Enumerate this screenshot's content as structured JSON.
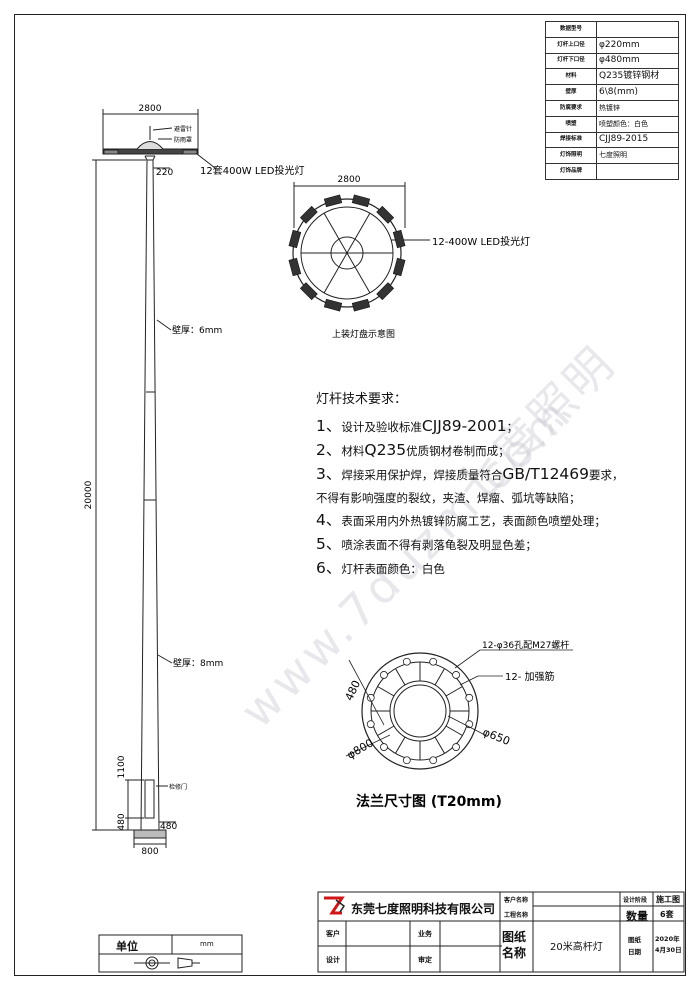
{
  "spec_table": [
    {
      "key": "数据型号",
      "value": ""
    },
    {
      "key": "灯杆上口径",
      "value": "φ220mm"
    },
    {
      "key": "灯杆下口径",
      "value": "φ480mm"
    },
    {
      "key": "材料",
      "value": "Q235镀锌钢材"
    },
    {
      "key": "壁厚",
      "value": "6\\8(mm)"
    },
    {
      "key": "防腐要求",
      "value": "热镀锌"
    },
    {
      "key": "喷塑",
      "value": "喷塑颜色：白色"
    },
    {
      "key": "焊接标准",
      "value": "CJJ89-2015"
    },
    {
      "key": "灯饰照明",
      "value": "七度照明"
    },
    {
      "key": "灯饰品牌",
      "value": ""
    }
  ],
  "pole_view": {
    "top_width": "2800",
    "lamp_label_1": "避雷针",
    "lamp_label_2": "防雨罩",
    "lamp_callout": "12套400W LED投光灯",
    "top_diameter": "220",
    "height": "20000",
    "wall_upper": "壁厚：6mm",
    "wall_lower": "壁厚：8mm",
    "door_height": "1100",
    "door_bottom": "480",
    "door_label": "检修门",
    "base_right": "480",
    "base_width": "800"
  },
  "lamp_disc": {
    "width": "2800",
    "callout": "12-400W LED投光灯",
    "caption": "上装灯盘示意图"
  },
  "requirements": {
    "title": "灯杆技术要求：",
    "items": [
      {
        "num": "1、",
        "text": "设计及验收标准",
        "code": "CJJ89-2001",
        "tail": "；"
      },
      {
        "num": "2、",
        "text": "材料",
        "code": "Q235",
        "tail": "优质钢材卷制而成；"
      },
      {
        "num": "3、",
        "text": "焊接采用保护焊，焊接质量符合",
        "code": "GB/T12469",
        "tail": "要求，"
      },
      {
        "num": "",
        "text": "不得有影响强度的裂纹，夹渣、焊瘤、弧坑等缺陷；",
        "code": "",
        "tail": ""
      },
      {
        "num": "4、",
        "text": "表面采用内外热镀锌防腐工艺，表面颜色喷塑处理；",
        "code": "",
        "tail": ""
      },
      {
        "num": "5、",
        "text": "喷涂表面不得有剥落龟裂及明显色差；",
        "code": "",
        "tail": ""
      },
      {
        "num": "6、",
        "text": "灯杆表面颜色：白色",
        "code": "",
        "tail": ""
      }
    ]
  },
  "flange": {
    "holes_label": "12-φ36孔配M27螺杆",
    "ribs_label": "12- 加强筋",
    "dim_480": "480",
    "dim_800": "φ800",
    "dim_650": "φ650",
    "caption": "法兰尺寸图 (T20mm)"
  },
  "title_block": {
    "company": "东莞七度照明科技有限公司",
    "client_label": "客户名称",
    "project_label": "工程名称",
    "design_stage_label": "设计阶段",
    "design_stage_value": "施工图",
    "qty_label": "数量",
    "qty_value": "6套",
    "customer_label": "客户",
    "business_label": "业务",
    "drawing_name_label": "图纸名称",
    "drawing_name_value": "20米高杆灯",
    "date_label": "图纸日期",
    "date_value": "2020年4月30日",
    "design_label": "设计",
    "review_label": "审定",
    "unit_label": "单位",
    "unit_value": "mm"
  },
  "watermark": "www.7duzm.com"
}
